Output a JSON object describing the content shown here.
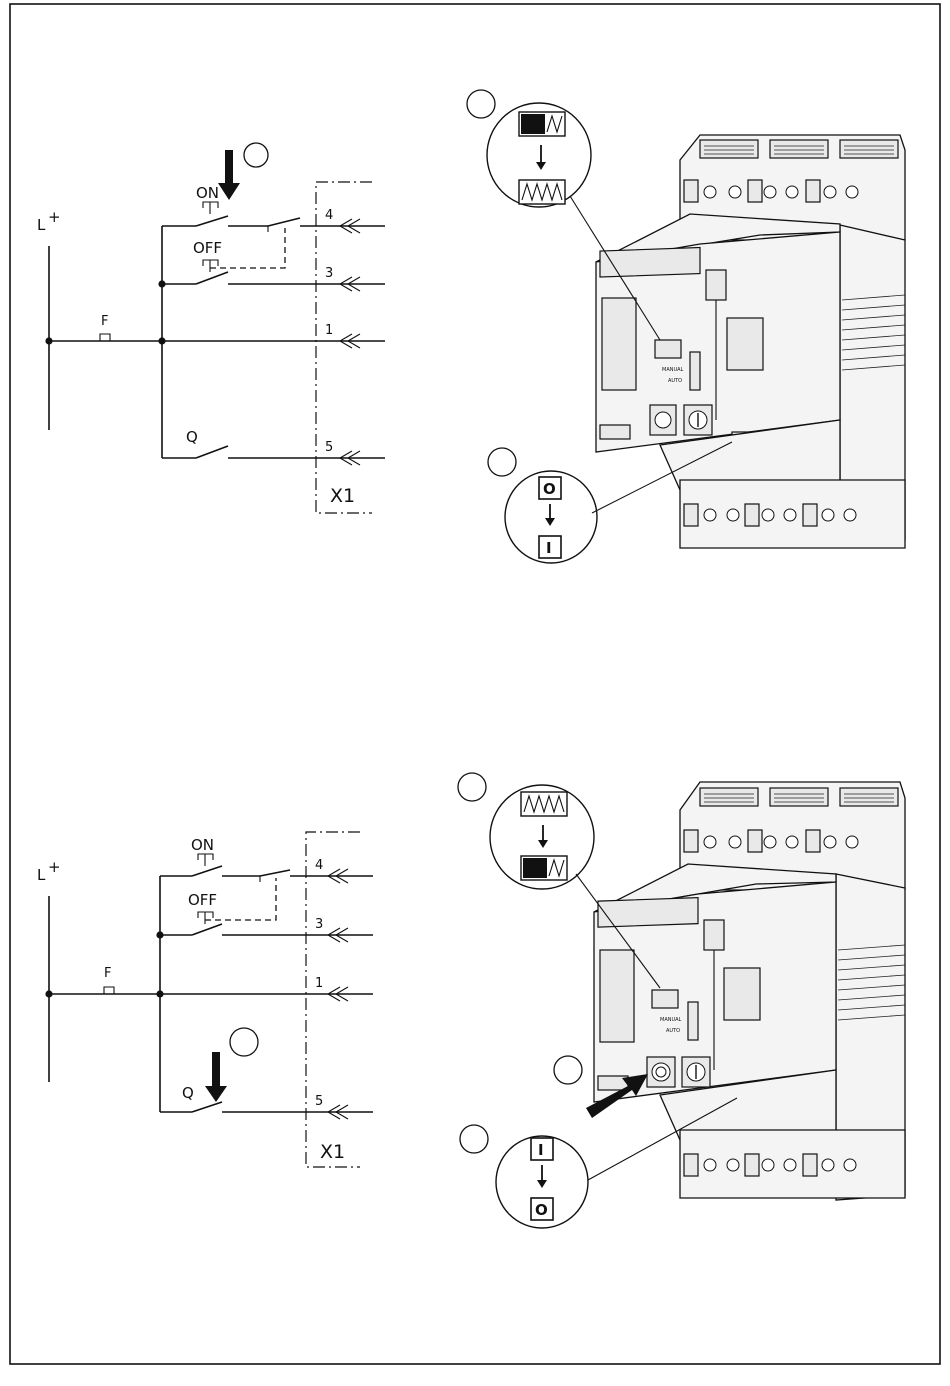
{
  "diagram_top": {
    "supply_label": "L",
    "supply_sign": "+",
    "fuse_label": "F",
    "switch_on_label": "ON",
    "switch_off_label": "OFF",
    "switch_q_label": "Q",
    "terminal_1": "1",
    "terminal_3": "3",
    "terminal_4": "4",
    "terminal_5": "5",
    "terminal_block_label": "X1"
  },
  "diagram_bottom": {
    "supply_label": "L",
    "supply_sign": "+",
    "fuse_label": "F",
    "switch_on_label": "ON",
    "switch_off_label": "OFF",
    "switch_q_label": "Q",
    "terminal_1": "1",
    "terminal_3": "3",
    "terminal_4": "4",
    "terminal_5": "5",
    "terminal_block_label": "X1"
  },
  "device": {
    "mode_manual": "MANUAL",
    "mode_auto": "AUTO"
  },
  "callouts_top": {
    "state_before": "O",
    "state_after": "I"
  },
  "callouts_bottom": {
    "state_before": "I",
    "state_after": "O"
  },
  "colors": {
    "line": "#111111",
    "background": "#ffffff",
    "device_fill": "#f4f4f4"
  }
}
